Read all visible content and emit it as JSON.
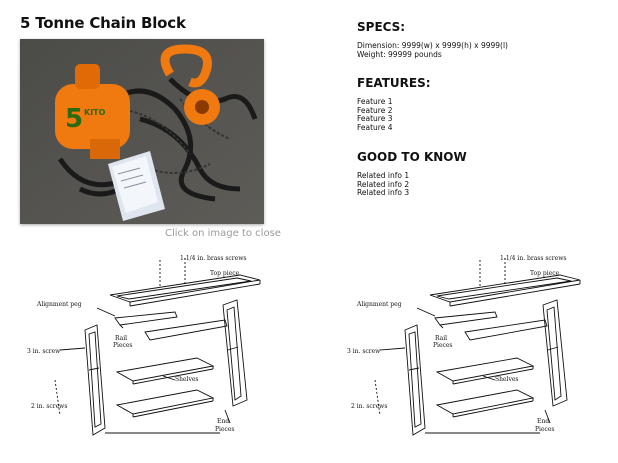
{
  "product": {
    "title": "5 Tonne Chain Block",
    "image_alt": "Orange 5 tonne chain block with chain and manual",
    "caption": "Click on image to close"
  },
  "specs": {
    "heading": "SPECS:",
    "lines": [
      "Dimension: 9999(w) x 9999(h) x 9999(l)",
      "Weight: 99999 pounds"
    ]
  },
  "features": {
    "heading": "FEATURES:",
    "items": [
      "Feature 1",
      "Feature 2",
      "Feature 3",
      "Feature 4"
    ]
  },
  "good_to_know": {
    "heading": "GOOD TO KNOW",
    "items": [
      "Related info 1",
      "Related info 2",
      "Related info 3"
    ]
  },
  "diagram_labels": {
    "brass_screws": "1-1/4 in. brass screws",
    "top_piece": "Top piece",
    "alignment_peg": "Alignment peg",
    "rail_pieces_1": "Rail",
    "rail_pieces_2": "Pieces",
    "screw_3in": "3 in. screw",
    "shelves": "Shelves",
    "screws_2in": "2 in. screws",
    "end_pieces_1": "End",
    "end_pieces_2": "Pieces"
  },
  "colors": {
    "orange": "#f07a10",
    "caption": "#9a9a9a"
  }
}
